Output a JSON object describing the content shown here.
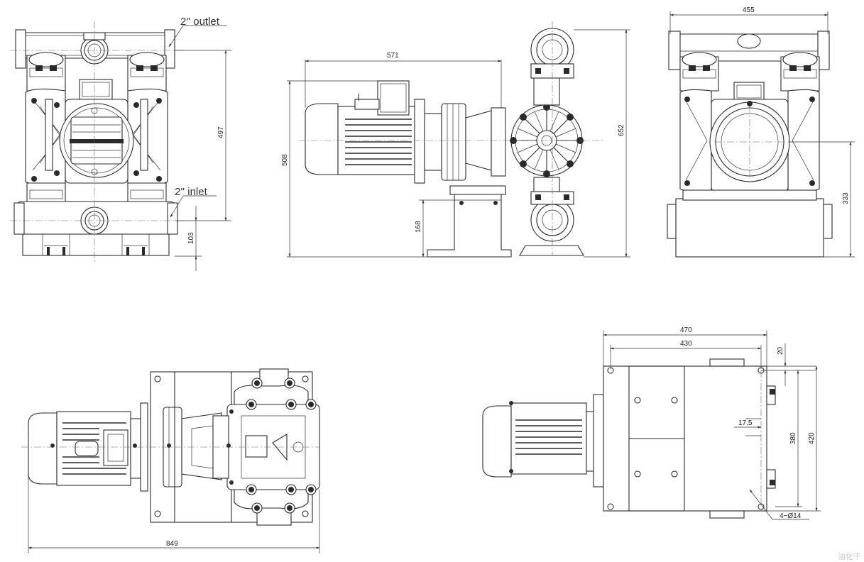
{
  "labels": {
    "outlet": "2'' outlet",
    "inlet": "2'' inlet",
    "watermark": "油化千"
  },
  "dimensions": {
    "front_total_height": "497",
    "front_inlet_height": "103",
    "side_motor_length": "571",
    "side_motor_height": "508",
    "side_total_height": "652",
    "side_stand_height": "168",
    "rear_width": "455",
    "rear_height": "333",
    "plan_total_length": "849",
    "base_outer_width": "470",
    "base_hole_width": "430",
    "base_edge_offset": "20",
    "base_slot_offset": "17.5",
    "base_hole_depth": "380",
    "base_outer_depth": "420",
    "base_holes": "4−Ø14"
  },
  "colors": {
    "line": "#2a2a2a",
    "background": "#ffffff"
  }
}
